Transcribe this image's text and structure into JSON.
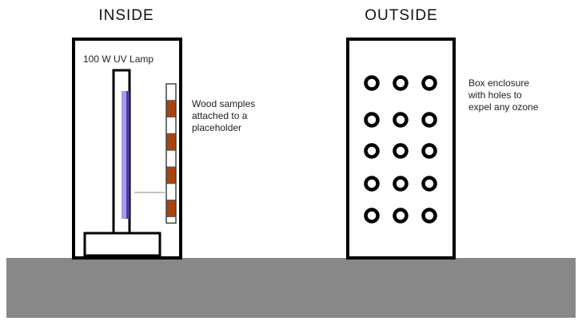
{
  "diagram": {
    "colors": {
      "ground": "#888888",
      "outline": "#000000",
      "uv_light": "#a59cf2",
      "uv_edge": "#4a3f9e",
      "wood": "#a9440f",
      "leader": "#888888"
    },
    "inside": {
      "title": "INSIDE",
      "lamp_label": "100 W UV Lamp",
      "samples_label_lines": [
        "Wood samples",
        "attached to a",
        "placeholder"
      ],
      "sample_segments": [
        "blank",
        "wood",
        "blank",
        "wood",
        "blank",
        "wood",
        "blank",
        "wood",
        "blank"
      ]
    },
    "outside": {
      "title": "OUTSIDE",
      "enclosure_label_lines": [
        "Box enclosure",
        "with holes to",
        "expel any ozone"
      ],
      "hole_rows": 5,
      "hole_cols": 3
    }
  }
}
